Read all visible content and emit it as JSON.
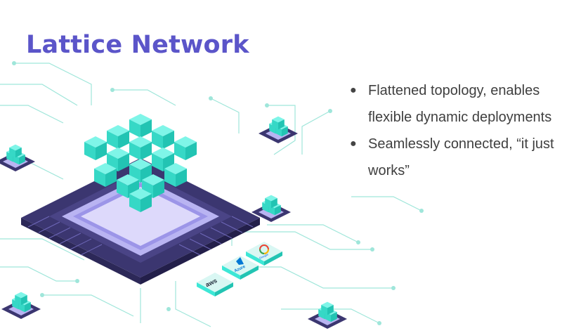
{
  "slide": {
    "title": "Lattice Network",
    "bullets": [
      {
        "text": "Flattened topology, enables flexible dynamic deployments"
      },
      {
        "text": "Seamlessly connected, “it just works”"
      }
    ]
  },
  "illustration": {
    "badges": [
      "aws",
      "Azure",
      "Google"
    ],
    "icons": [
      "cube-chip-icon",
      "small-chip-icon",
      "aws-logo-icon",
      "azure-logo-icon",
      "google-cloud-logo-icon"
    ]
  },
  "colors": {
    "title": "#5b55c9",
    "text": "#3f3f3f",
    "cube": "#3de7d6",
    "chip_dark": "#3b3670",
    "chip_light": "#b9b4f2",
    "circuit": "#9fe6da"
  }
}
